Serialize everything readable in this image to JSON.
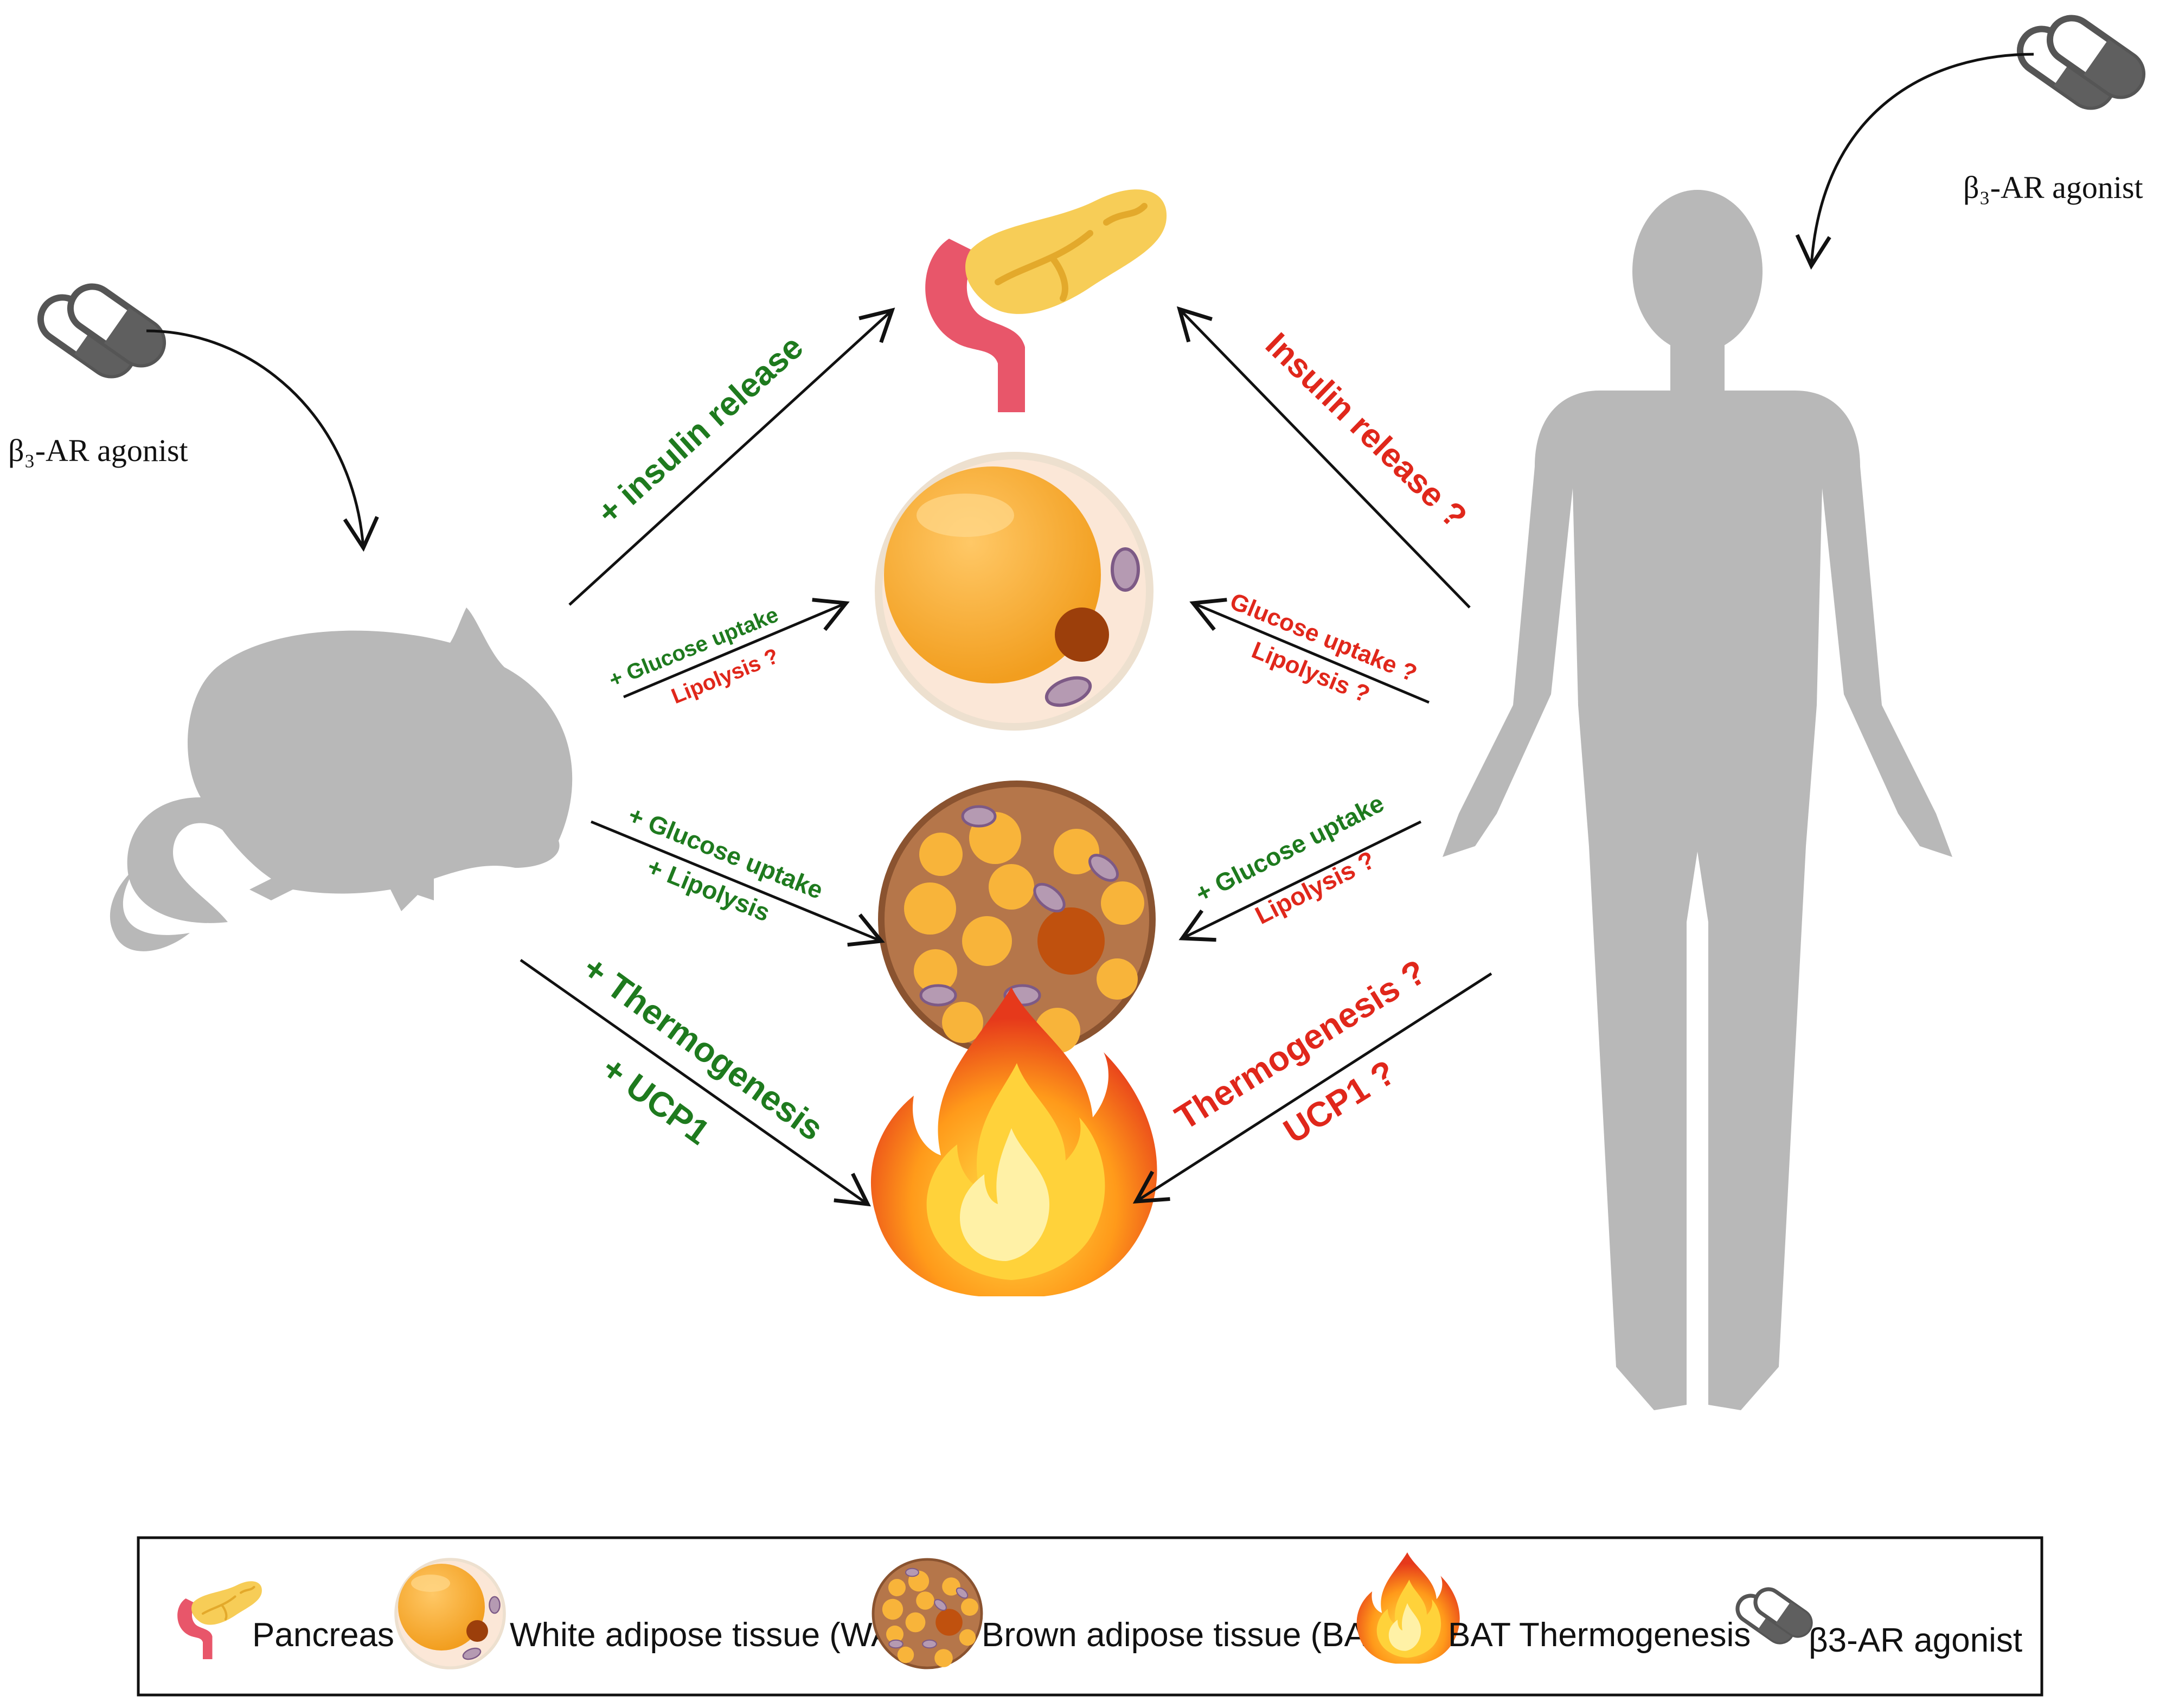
{
  "agonist_labels": {
    "mouse": "β₃-AR agonist",
    "human": "β₃-AR agonist"
  },
  "mouse_side": {
    "insulin": "+ insulin release",
    "wat_glucose": "+ Glucose uptake",
    "wat_lipolysis": "Lipolysis ?",
    "bat_glucose": "+ Glucose uptake",
    "bat_lipolysis": "+ Lipolysis",
    "thermogenesis": "+ Thermogenesis",
    "ucp1": "+ UCP1"
  },
  "human_side": {
    "insulin": "Insulin release ?",
    "wat_glucose": "Glucose uptake ?",
    "wat_lipolysis": "Lipolysis ?",
    "bat_glucose": "+ Glucose uptake",
    "bat_lipolysis": "Lipolysis ?",
    "thermogenesis": "Thermogenesis ?",
    "ucp1": "UCP1 ?"
  },
  "legend": {
    "pancreas": "Pancreas",
    "wat": "White adipose tissue (WAT)",
    "bat": "Brown adipose tissue (BAT)",
    "thermogenesis": "BAT Thermogenesis",
    "agonist": "β3-AR agonist"
  },
  "colors": {
    "positive": "#1e7a1e",
    "unknown": "#e0271b",
    "silhouette": "#b8b8b8",
    "wat_fill": "#f6b13a",
    "bat_fill": "#b5764a",
    "pancreas": "#f7cd57"
  }
}
